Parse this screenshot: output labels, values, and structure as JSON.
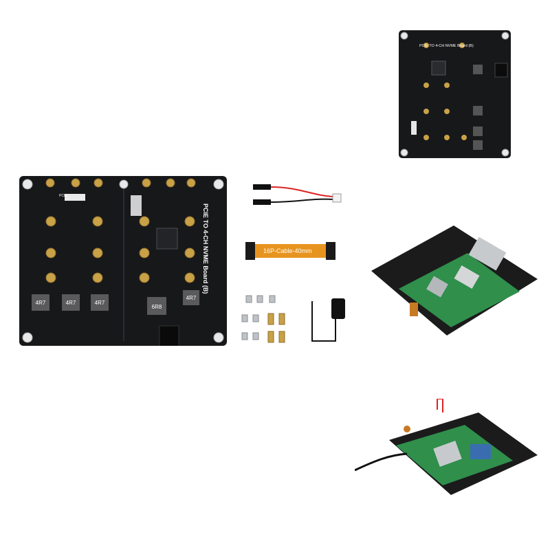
{
  "colors": {
    "background": "#ffffff",
    "pcb": "#17181a",
    "gold": "#c9a146",
    "cable_orange": "#e7941f",
    "rpi_green": "#2f8f4b"
  },
  "board_top_right": {
    "title": "PCIE TO 4-CH NVME Board (B)"
  },
  "board_main": {
    "title": "PCIE TO 4-CH NVME Board (B)",
    "fpc_label": "PCIE",
    "inductor_labels": [
      "4R7",
      "4R7",
      "4R7",
      "4R7",
      "6R8"
    ]
  },
  "accessories": {
    "ribbon_cable_label": "16P-Cable-40mm"
  }
}
